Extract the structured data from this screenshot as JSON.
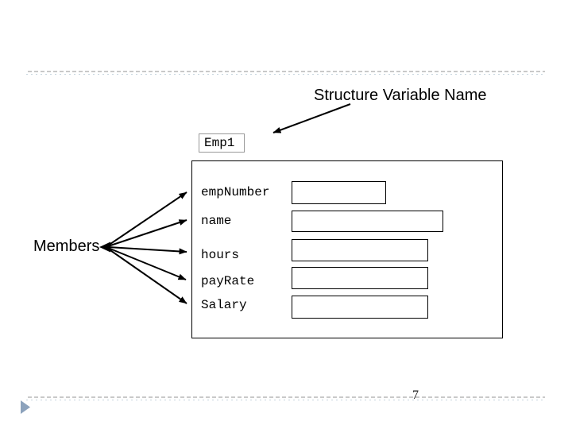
{
  "slide": {
    "page_number": "7",
    "annotations": {
      "title": "Structure Variable Name",
      "members_label": "Members"
    },
    "structure": {
      "variable_name": "Emp1",
      "members": [
        {
          "name": "empNumber",
          "value": ""
        },
        {
          "name": "name",
          "value": ""
        },
        {
          "name": "hours",
          "value": ""
        },
        {
          "name": "payRate",
          "value": ""
        },
        {
          "name": "Salary",
          "value": ""
        }
      ]
    },
    "icons": {
      "bullet_triangle": "play-triangle-icon"
    },
    "colors": {
      "arrow": "#000000",
      "divider": "#a9a9a9",
      "divider_accent": "#c6d4de",
      "bullet_triangle": "#8ca2bc",
      "variable_box_border": "#999999",
      "structure_box_border": "#000000"
    }
  }
}
